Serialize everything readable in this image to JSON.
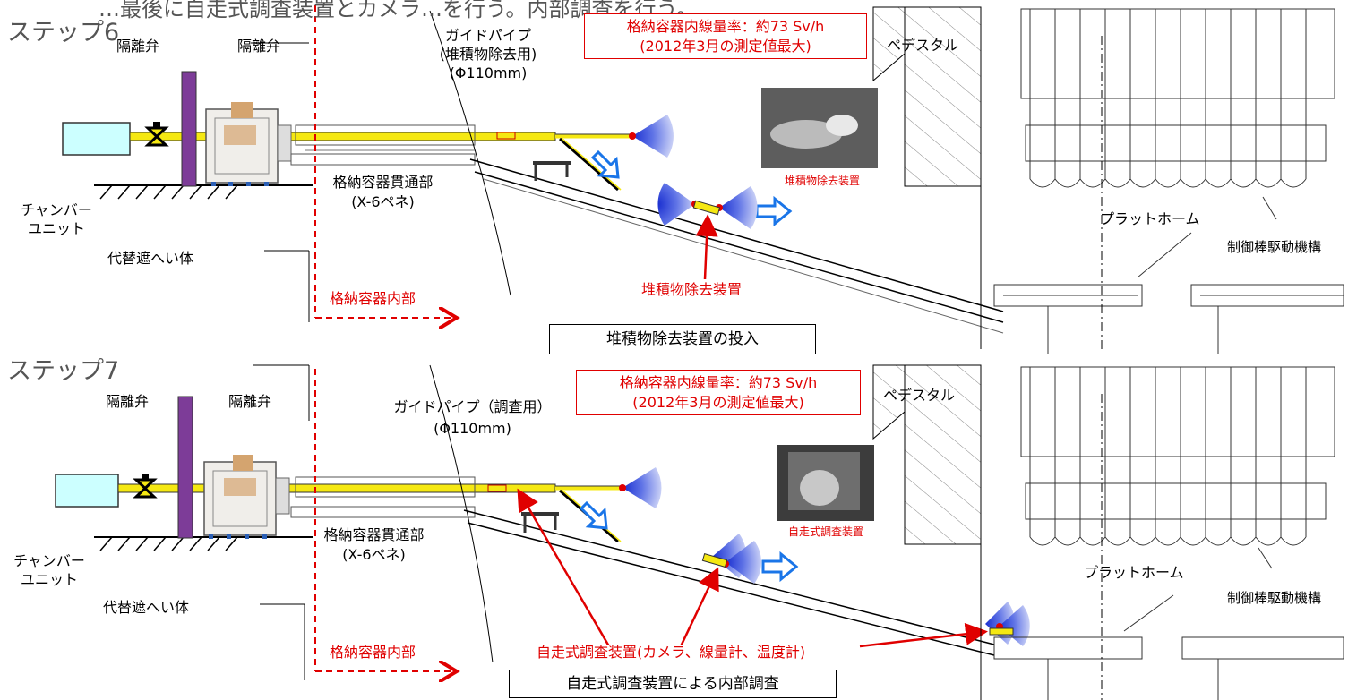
{
  "header_fragment": "…最後に自走式調査装置とカメラ…を行う。内部調査を行う。",
  "colors": {
    "pipe": "#f5e812",
    "wall": "#7d3c98",
    "chamber": "#ccffff",
    "red": "#e00000",
    "arrow": "#1a75e8"
  },
  "step6": {
    "title": "ステップ6",
    "valve1": "隔離弁",
    "valve2": "隔離弁",
    "guide_pipe": [
      "ガイドパイプ",
      "(堆積物除去用)",
      "(Φ110mm)"
    ],
    "penetration": [
      "格納容器貫通部",
      "(X-6ペネ)"
    ],
    "chamber": [
      "チャンバー",
      "ユニット"
    ],
    "shield": "代替遮へい体",
    "inside": "格納容器内部",
    "dose": [
      "格納容器内線量率：約73 Sv/h",
      "(2012年3月の測定値最大)"
    ],
    "pedestal": "ペデスタル",
    "platform": "プラットホーム",
    "crd": "制御棒駆動機構",
    "photo_label": "堆積物除去装置",
    "device_label": "堆積物除去装置",
    "caption": "堆積物除去装置の投入"
  },
  "step7": {
    "title": "ステップ7",
    "valve1": "隔離弁",
    "valve2": "隔離弁",
    "guide_pipe": [
      "ガイドパイプ（調査用）",
      "(Φ110mm)"
    ],
    "penetration": [
      "格納容器貫通部",
      "(X-6ペネ)"
    ],
    "chamber": [
      "チャンバー",
      "ユニット"
    ],
    "shield": "代替遮へい体",
    "inside": "格納容器内部",
    "dose": [
      "格納容器内線量率：約73 Sv/h",
      "(2012年3月の測定値最大)"
    ],
    "pedestal": "ペデスタル",
    "platform": "プラットホーム",
    "crd": "制御棒駆動機構",
    "photo_label": "自走式調査装置",
    "device_label": "自走式調査装置(カメラ、線量計、温度計)",
    "caption": "自走式調査装置による内部調査"
  }
}
